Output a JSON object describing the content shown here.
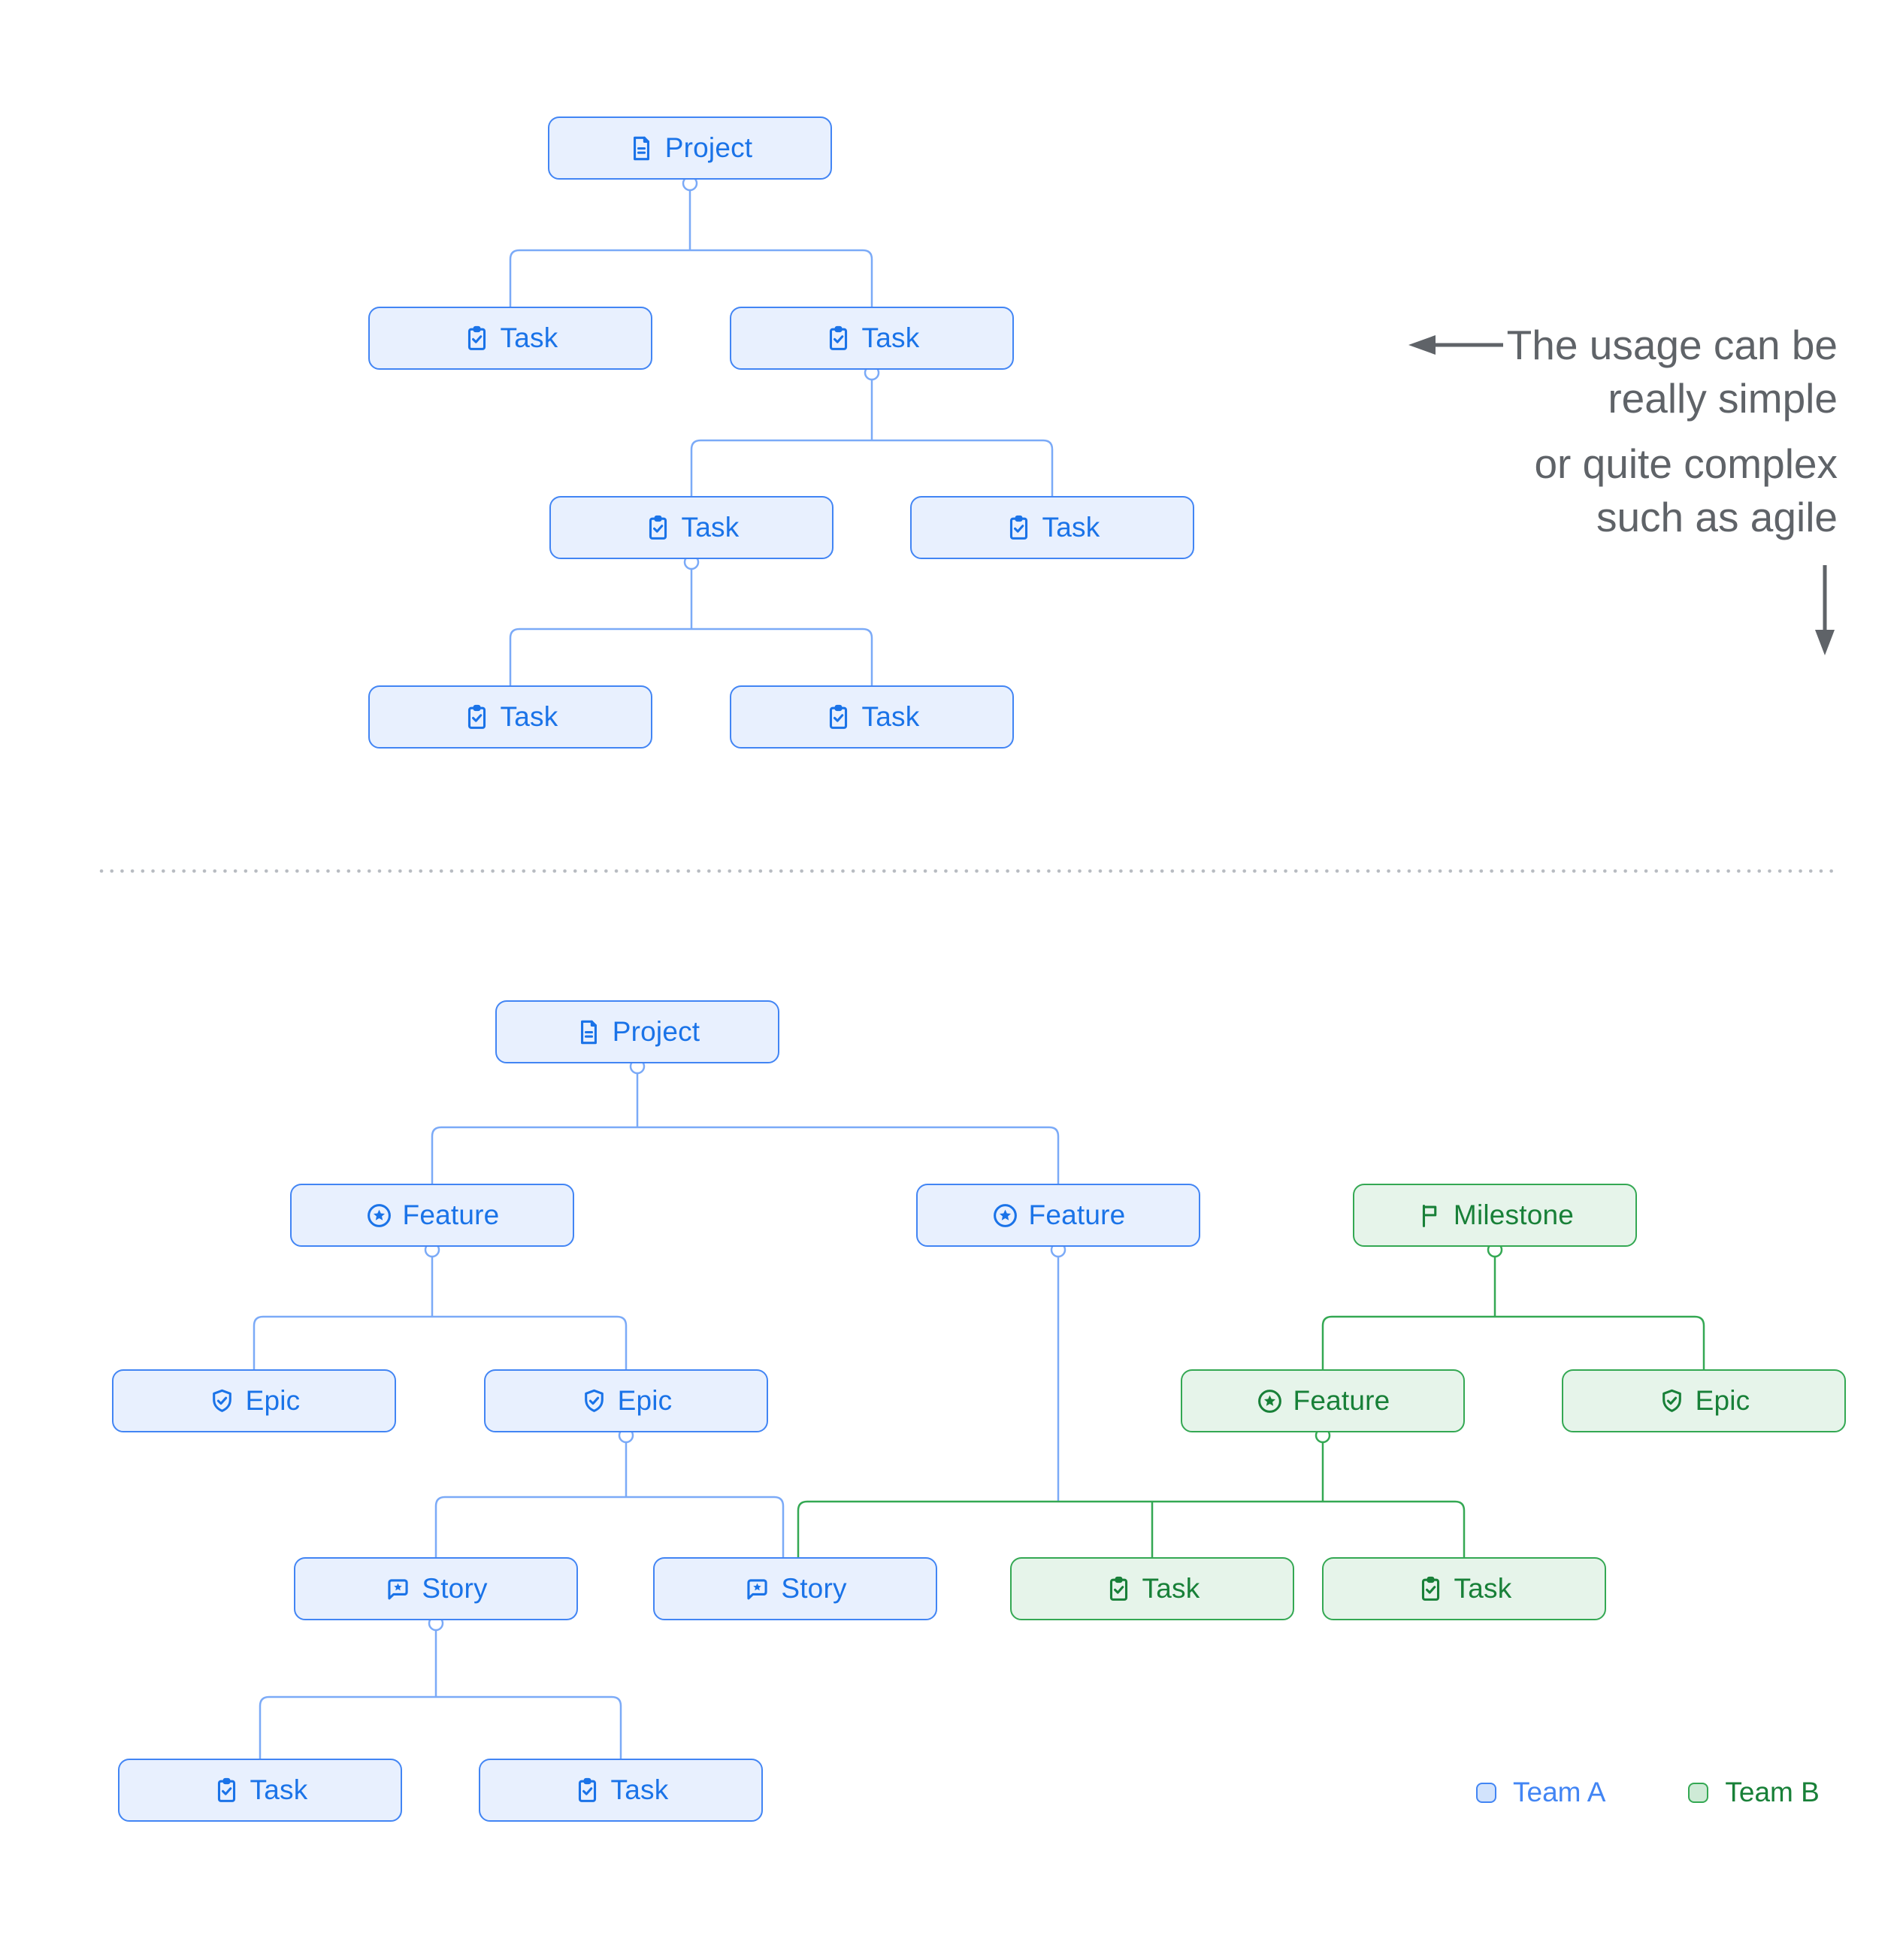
{
  "labels": {
    "project": "Project",
    "task": "Task",
    "feature": "Feature",
    "epic": "Epic",
    "story": "Story",
    "milestone": "Milestone"
  },
  "annotation": {
    "line1": "The usage can be",
    "line2": "really simple",
    "line3": "or quite complex",
    "line4": "such as agile"
  },
  "legend": {
    "team_a": "Team A",
    "team_b": "Team B"
  },
  "icons": {
    "project": "document-icon",
    "task": "task-check-icon",
    "feature": "feature-star-circle-icon",
    "epic": "epic-shield-check-icon",
    "story": "story-chat-star-icon",
    "milestone": "milestone-flag-icon"
  },
  "colors": {
    "team_a_border": "#4285f4",
    "team_a_fill": "#e8f0fe",
    "team_a_text": "#1a73e8",
    "team_a_connector": "#7baaf7",
    "team_b_border": "#34a853",
    "team_b_fill": "#e6f4ea",
    "team_b_text": "#188038",
    "annotation_text": "#5f6368",
    "divider_dots": "#b8bcc2"
  }
}
